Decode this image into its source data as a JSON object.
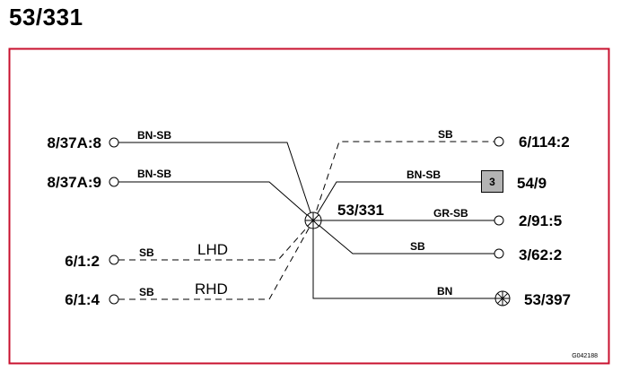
{
  "title": "53/331",
  "colors": {
    "border": "#c8102e",
    "box_fill": "#b3b3b3"
  },
  "center": {
    "label": "53/331",
    "icon": "splice-junction-icon"
  },
  "left": [
    {
      "id": "8-37a-8",
      "terminal": "8/37A:8",
      "wire": "BN-SB",
      "style": "solid"
    },
    {
      "id": "8-37a-9",
      "terminal": "8/37A:9",
      "wire": "BN-SB",
      "style": "solid"
    },
    {
      "id": "6-1-2",
      "terminal": "6/1:2",
      "wire": "SB",
      "style": "dashed",
      "variant": "LHD"
    },
    {
      "id": "6-1-4",
      "terminal": "6/1:4",
      "wire": "SB",
      "style": "dashed",
      "variant": "RHD"
    }
  ],
  "right": [
    {
      "id": "6-114-2",
      "terminal": "6/114:2",
      "wire": "SB",
      "style": "dashed"
    },
    {
      "id": "54-9",
      "terminal": "54/9",
      "wire": "BN-SB",
      "style": "solid",
      "box": "3"
    },
    {
      "id": "2-91-5",
      "terminal": "2/91:5",
      "wire": "GR-SB",
      "style": "solid"
    },
    {
      "id": "3-62-2",
      "terminal": "3/62:2",
      "wire": "SB",
      "style": "solid"
    },
    {
      "id": "53-397",
      "terminal": "53/397",
      "wire": "BN",
      "style": "solid",
      "icon": "ground-lamp-icon"
    }
  ],
  "ref": "G042188"
}
